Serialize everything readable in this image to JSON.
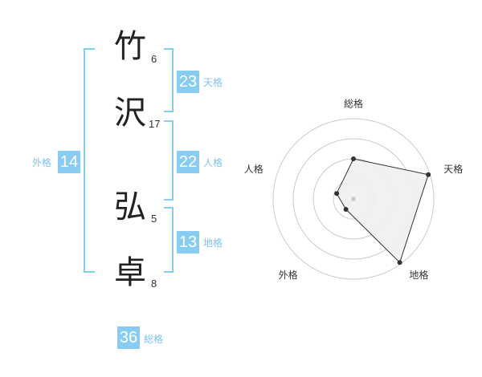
{
  "name": {
    "chars": [
      {
        "kanji": "竹",
        "strokes": "6"
      },
      {
        "kanji": "沢",
        "strokes": "17"
      },
      {
        "kanji": "弘",
        "strokes": "5"
      },
      {
        "kanji": "卓",
        "strokes": "8"
      }
    ]
  },
  "scores": {
    "tenkaku": {
      "value": "23",
      "label": "天格"
    },
    "jinkaku": {
      "value": "22",
      "label": "人格"
    },
    "chikaku": {
      "value": "13",
      "label": "地格"
    },
    "gaikaku": {
      "value": "14",
      "label": "外格"
    },
    "soukaku": {
      "value": "36",
      "label": "総格"
    }
  },
  "colors": {
    "accent": "#88ccf2",
    "label_text": "#7cc3ec",
    "radar_fill": "#efefef",
    "radar_line": "#333333",
    "grid": "#cccccc"
  },
  "chart_data": {
    "type": "radar",
    "axes": [
      "総格",
      "天格",
      "地格",
      "外格",
      "人格"
    ],
    "values": [
      0.5,
      0.98,
      0.98,
      0.16,
      0.22
    ],
    "rings": 4
  }
}
